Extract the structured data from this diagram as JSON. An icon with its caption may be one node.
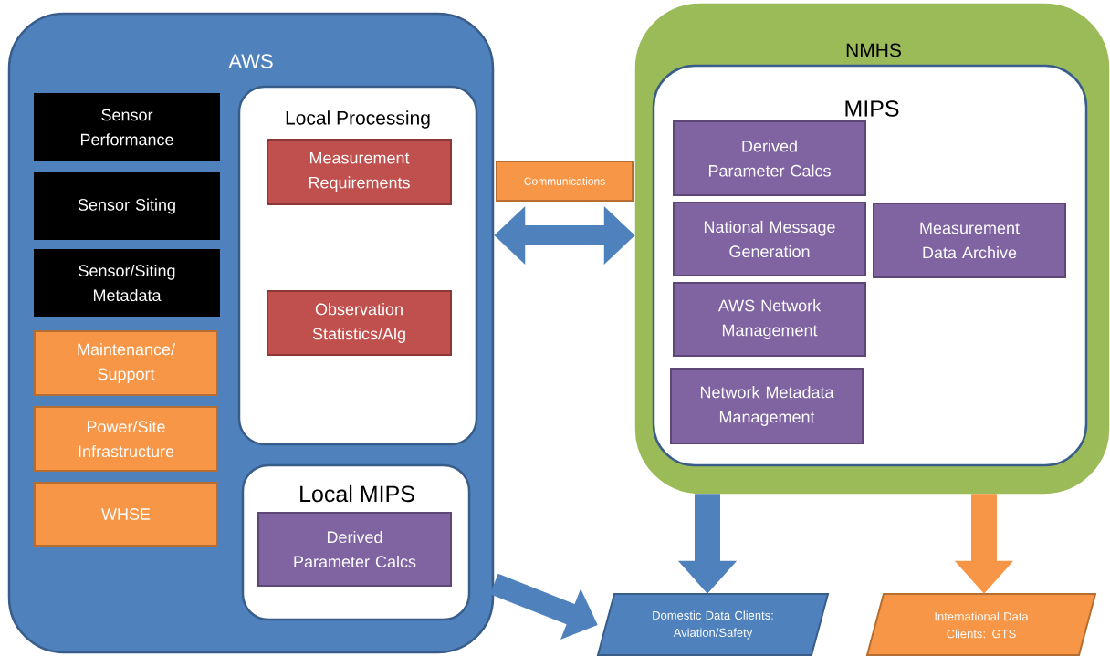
{
  "diagram": {
    "nodes": [
      {
        "text": [
          "AWS"
        ]
      },
      {
        "text": [
          "Sensor Performance"
        ],
        "in": 0
      },
      {
        "text": [
          "Sensor Siting"
        ],
        "in": 0
      },
      {
        "text": [
          "Sensor/Siting Metadata"
        ],
        "in": 0
      },
      {
        "text": [
          "Maintenance/ Support"
        ],
        "in": 0
      },
      {
        "text": [
          "Power/Site Infrastructure"
        ],
        "in": 0
      },
      {
        "text": [
          "WHSE"
        ],
        "in": 0
      },
      {
        "text": [
          "Local Processing"
        ],
        "in": 0
      },
      {
        "text": [
          "Measurement Requirements"
        ],
        "in": 7
      },
      {
        "text": [
          "Observation Statistics/Alg"
        ],
        "in": 7
      },
      {
        "text": [
          "Local MIPS"
        ],
        "in": 0
      },
      {
        "text": [
          "Derived Parameter Calcs"
        ],
        "in": 10
      },
      {
        "text": [
          "NMHS"
        ]
      },
      {
        "text": [
          "MIPS"
        ],
        "in": 12
      },
      {
        "text": [
          "Derived Parameter Calcs"
        ],
        "in": 13
      },
      {
        "text": [
          "National Message Generation"
        ],
        "in": 13
      },
      {
        "text": [
          "AWS Network Management"
        ],
        "in": 13
      },
      {
        "text": [
          "Network Metadata Management"
        ],
        "in": 13
      },
      {
        "text": [
          "Measurement Data Archive"
        ],
        "in": 13
      },
      {
        "text": [
          "Communications"
        ]
      },
      {
        "text": [
          "Domestic Data Clients: Aviation/Safety"
        ]
      },
      {
        "text": [
          "International Data Clients: GTS"
        ]
      }
    ],
    "edges": [
      {
        "from": 0,
        "to": 12,
        "arrow": "both"
      },
      {
        "from": 0,
        "to": 20,
        "arrow": "to"
      },
      {
        "from": 12,
        "to": 20,
        "arrow": "to"
      },
      {
        "from": 12,
        "to": 21,
        "arrow": "to",
        "color": "#f79646"
      }
    ]
  }
}
